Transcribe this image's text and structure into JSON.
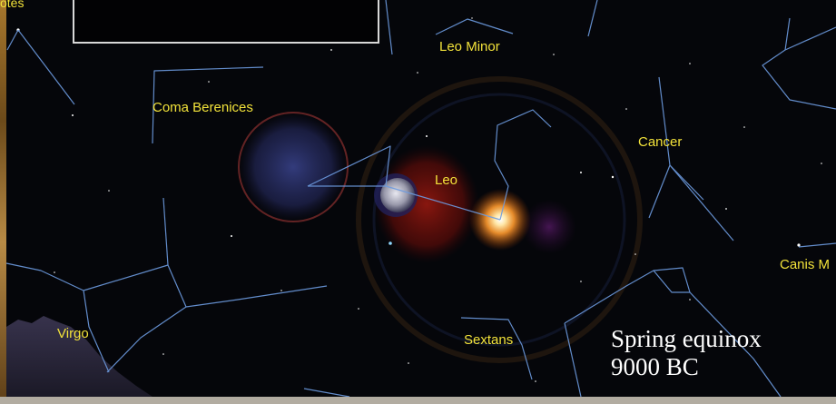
{
  "constellations": {
    "leo_minor": "Leo Minor",
    "coma_berenices": "Coma Berenices",
    "leo": "Leo",
    "cancer": "Cancer",
    "canis_minor": "Canis M",
    "virgo": "Virgo",
    "sextans": "Sextans",
    "bootes_partial": "otes"
  },
  "caption": {
    "line1": "Spring equinox",
    "line2": "9000 BC"
  },
  "colors": {
    "sky": "#05060a",
    "constellation_lines": "#7aa8e6",
    "labels": "#f2e23a",
    "caption": "#ffffff",
    "sun": "#ffb347"
  }
}
